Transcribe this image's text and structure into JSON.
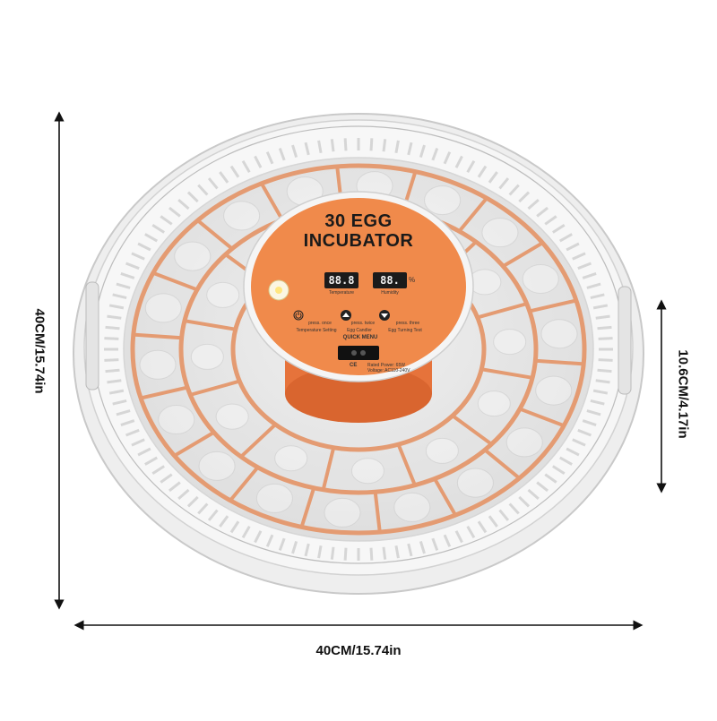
{
  "dimensions": {
    "height_label": "40CM/15.74in",
    "width_label": "40CM/15.74in",
    "depth_label": "10.6CM/4.17in"
  },
  "control_panel": {
    "title_line_1": "30 EGG",
    "title_line_2": "INCUBATOR",
    "temperature_display": "88.8",
    "humidity_display": "88.",
    "humidity_unit": "%",
    "temperature_caption": "Temperature",
    "humidity_caption": "Humidity",
    "buttons": [
      {
        "icon": "power-icon",
        "hint": "press. once",
        "label": "Temperature Setting"
      },
      {
        "icon": "up-arrow-icon",
        "hint": "press. twice",
        "label": "Egg Candler"
      },
      {
        "icon": "down-arrow-icon",
        "hint": "press. three",
        "label": "Egg Turning Test"
      }
    ],
    "quick_menu": "QUICK MENU",
    "ce_mark": "CE",
    "rating_line_1": "Rated Power: 65W",
    "rating_line_2": "Voltage: AC110-240V"
  },
  "colors": {
    "panel_orange": "#f08a4b",
    "tray_orange": "#e08a5a",
    "shell_white": "#f1f1f1",
    "vent_grey": "#cfcfcf"
  }
}
